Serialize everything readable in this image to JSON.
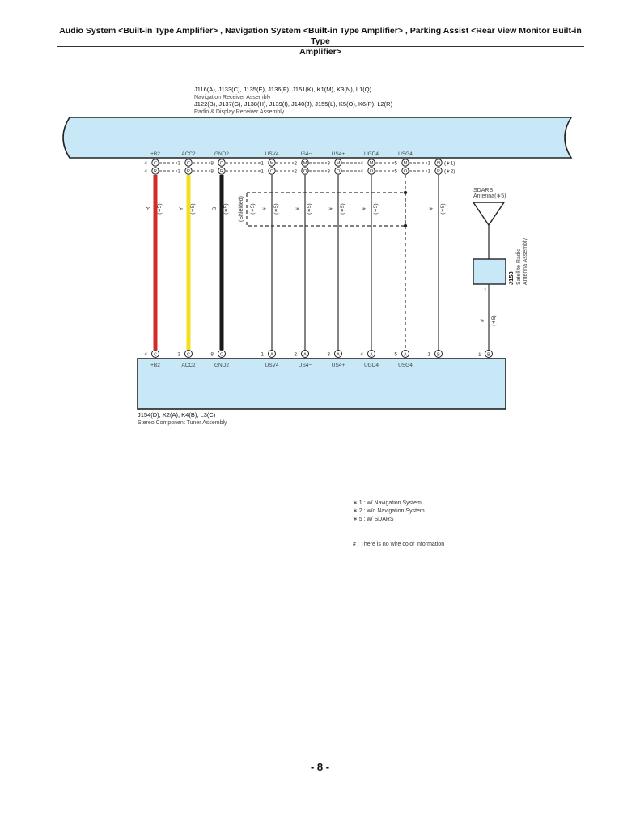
{
  "header": {
    "line1": "Audio System <Built-in Type Amplifier> , Navigation System <Built-in Type Amplifier> , Parking Assist <Rear View Monitor Built-in Type",
    "line2": "Amplifier>"
  },
  "top_assembly": {
    "connectors_line1": "J116(A), J133(C), J135(E), J136(F), J151(K), K1(M), K3(N), L1(Q)",
    "name1": "Navigation Receiver Assembly",
    "connectors_line2": "J122(B), J137(G), J138(H), J139(I), J140(J), J155(L), K5(O), K6(P), L2(R)",
    "name2": "Radio & Display Receiver Assembly"
  },
  "bottom_assembly": {
    "connectors": "J154(D), K2(A), K4(B), L3(C)",
    "name": "Stereo Component Tuner Assembly"
  },
  "antenna": {
    "label1": "SDARS",
    "label2": "Antenna(∗5)",
    "connector_id": "J153",
    "name1": "Satellite Radio",
    "name2": "Antenna Assembly",
    "pin": "1",
    "wire_color": "#",
    "wire_note": "(∗5)"
  },
  "wires": [
    {
      "signal": "+B2",
      "top_pins": [
        "4",
        "4"
      ],
      "top_conns": [
        "C",
        "R"
      ],
      "bot_pin": "4",
      "bot_conn": "C",
      "bot_signal": "+B2",
      "color_code": "R",
      "note": "(∗5)",
      "wire_color": "#d42a2a",
      "heavy": true
    },
    {
      "signal": "ACC2",
      "top_pins": [
        "3",
        "3"
      ],
      "top_conns": [
        "C",
        "R"
      ],
      "bot_pin": "3",
      "bot_conn": "C",
      "bot_signal": "ACC2",
      "color_code": "Y",
      "note": "(∗5)",
      "wire_color": "#f2df1e",
      "heavy": true
    },
    {
      "signal": "GND2",
      "top_pins": [
        "8",
        "8"
      ],
      "top_conns": [
        "C",
        "R"
      ],
      "bot_pin": "8",
      "bot_conn": "C",
      "bot_signal": "GND2",
      "color_code": "B",
      "note": "(∗5)",
      "wire_color": "#1a1a1a",
      "heavy": true
    },
    {
      "signal": "USV4",
      "top_pins": [
        "1",
        "1"
      ],
      "top_conns": [
        "M",
        "O"
      ],
      "bot_pin": "1",
      "bot_conn": "A",
      "bot_signal": "USV4",
      "color_code": "#",
      "note": "(∗5)",
      "wire_color": "#333333",
      "heavy": false
    },
    {
      "signal": "US4−",
      "top_pins": [
        "2",
        "2"
      ],
      "top_conns": [
        "M",
        "O"
      ],
      "bot_pin": "2",
      "bot_conn": "A",
      "bot_signal": "US4−",
      "color_code": "#",
      "note": "(∗5)",
      "wire_color": "#333333",
      "heavy": false
    },
    {
      "signal": "US4+",
      "top_pins": [
        "3",
        "3"
      ],
      "top_conns": [
        "M",
        "O"
      ],
      "bot_pin": "3",
      "bot_conn": "A",
      "bot_signal": "US4+",
      "color_code": "#",
      "note": "(∗5)",
      "wire_color": "#333333",
      "heavy": false
    },
    {
      "signal": "UGD4",
      "top_pins": [
        "4",
        "4"
      ],
      "top_conns": [
        "M",
        "O"
      ],
      "bot_pin": "4",
      "bot_conn": "A",
      "bot_signal": "UGD4",
      "color_code": "#",
      "note": "(∗5)",
      "wire_color": "#333333",
      "heavy": false
    },
    {
      "signal": "USG4",
      "top_pins": [
        "5",
        "5"
      ],
      "top_conns": [
        "M",
        "O"
      ],
      "bot_pin": "5",
      "bot_conn": "A",
      "bot_signal": "USG4",
      "color_code": "",
      "note": "",
      "wire_color": "#333333",
      "heavy": false,
      "dashed": true
    },
    {
      "signal": "",
      "top_pins": [
        "1",
        "1"
      ],
      "top_conns": [
        "N",
        "P"
      ],
      "bot_pin": "1",
      "bot_conn": "B",
      "bot_signal": "",
      "color_code": "#",
      "note": "(∗5)",
      "wire_color": "#333333",
      "heavy": false
    }
  ],
  "variant_marks": [
    "(∗1)",
    "(∗2)"
  ],
  "shield": {
    "label": "(Shielded)",
    "note": "(∗5)"
  },
  "legend": [
    "∗ 1 : w/ Navigation System",
    "∗ 2 : w/o Navigation System",
    "∗ 5 : w/ SDARS"
  ],
  "legend_note": "# : There is no wire color information",
  "page_number": "- 8 -",
  "colors": {
    "assembly_fill": "#c9e8f7",
    "red": "#d42a2a",
    "yellow": "#f2df1e",
    "black": "#1a1a1a"
  }
}
